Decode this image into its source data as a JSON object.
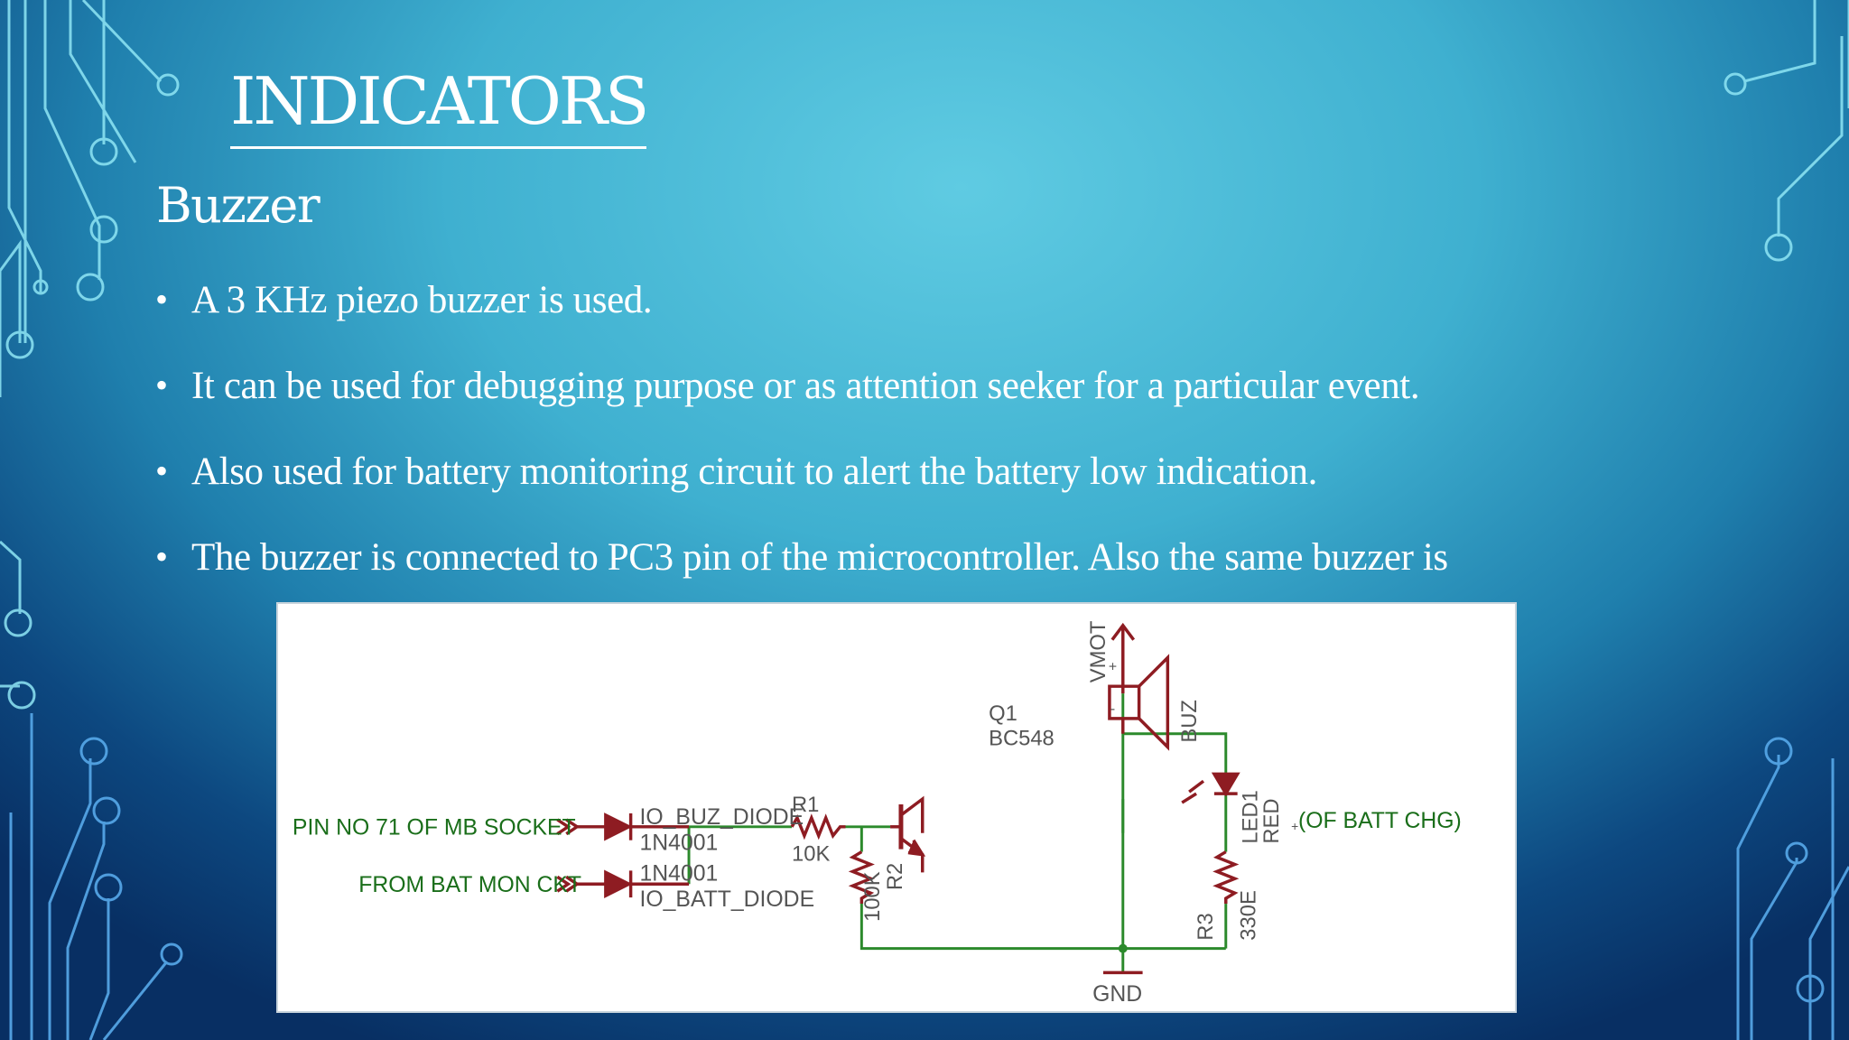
{
  "slide": {
    "title": "INDICATORS",
    "subtitle": "Buzzer",
    "bullets": [
      "A 3 KHz piezo buzzer is used.",
      "It can be used for debugging purpose or as attention seeker for a particular event.",
      "Also used for battery monitoring circuit to alert the battery low indication.",
      "The buzzer is connected to PC3 pin of the microcontroller. Also the same buzzer is"
    ],
    "bullet_glyph": "•"
  },
  "schematic": {
    "input_1": "PIN NO 71 OF MB SOCKET",
    "input_2": "FROM BAT MON CKT",
    "diode_1_name": "IO_BUZ_DIODE",
    "diode_1_part": "1N4001",
    "diode_2_part": "1N4001",
    "diode_2_name": "IO_BATT_DIODE",
    "r1_name": "R1",
    "r1_value": "10K",
    "r2_name": "R2",
    "r2_value": "100K",
    "q1_name": "Q1",
    "q1_part": "BC548",
    "vmot": "VMOT",
    "buz": "BUZ",
    "plus": "+",
    "minus": "-",
    "led_name": "LED1",
    "led_color": "RED",
    "led_note": "(OF BATT CHG)",
    "r3_name": "R3",
    "r3_value": "330E",
    "gnd": "GND"
  },
  "colors": {
    "wire": "#2c8a2c",
    "component": "#8e1c22",
    "label_green": "#1a6e1a",
    "label_gray": "#555555"
  }
}
